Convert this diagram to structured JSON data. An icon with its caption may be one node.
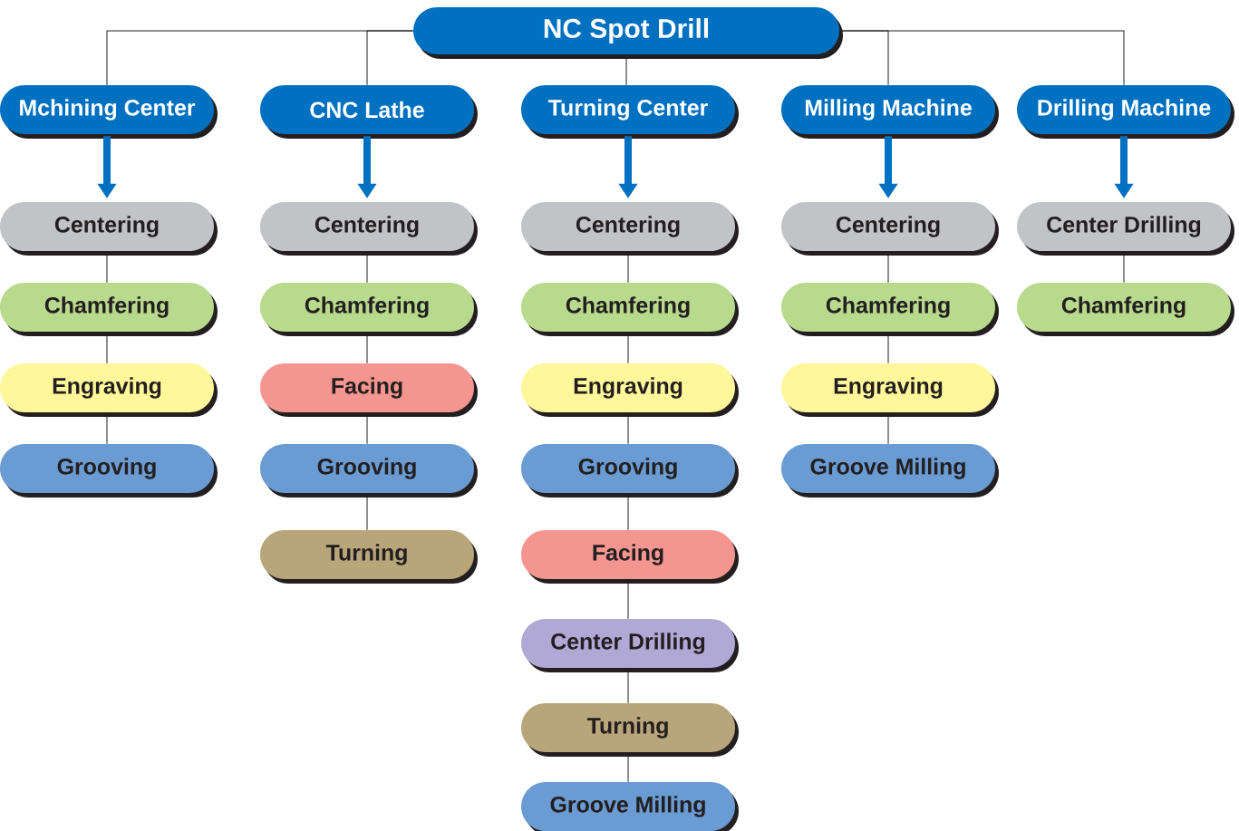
{
  "diagram": {
    "nodes": [
      {
        "text": [
          "NC Spot Drill"
        ]
      },
      {
        "text": [
          "Mchining Center"
        ]
      },
      {
        "text": [
          "CNC Lathe"
        ]
      },
      {
        "text": [
          "Turning Center"
        ]
      },
      {
        "text": [
          "Milling Machine"
        ]
      },
      {
        "text": [
          "Drilling Machine"
        ]
      },
      {
        "text": [
          "Centering"
        ]
      },
      {
        "text": [
          "Chamfering"
        ]
      },
      {
        "text": [
          "Engraving"
        ]
      },
      {
        "text": [
          "Grooving"
        ]
      },
      {
        "text": [
          "Centering"
        ]
      },
      {
        "text": [
          "Chamfering"
        ]
      },
      {
        "text": [
          "Facing"
        ]
      },
      {
        "text": [
          "Grooving"
        ]
      },
      {
        "text": [
          "Turning"
        ]
      },
      {
        "text": [
          "Centering"
        ]
      },
      {
        "text": [
          "Chamfering"
        ]
      },
      {
        "text": [
          "Engraving"
        ]
      },
      {
        "text": [
          "Grooving"
        ]
      },
      {
        "text": [
          "Facing"
        ]
      },
      {
        "text": [
          "Center Drilling"
        ]
      },
      {
        "text": [
          "Turning"
        ]
      },
      {
        "text": [
          "Groove Milling"
        ]
      },
      {
        "text": [
          "Centering"
        ]
      },
      {
        "text": [
          "Chamfering"
        ]
      },
      {
        "text": [
          "Engraving"
        ]
      },
      {
        "text": [
          "Groove Milling"
        ]
      },
      {
        "text": [
          "Center Drilling"
        ]
      },
      {
        "text": [
          "Chamfering"
        ]
      }
    ],
    "edges": [
      {
        "from": 0,
        "to": 1,
        "arrow": "none"
      },
      {
        "from": 0,
        "to": 2,
        "arrow": "none"
      },
      {
        "from": 0,
        "to": 3,
        "arrow": "none"
      },
      {
        "from": 0,
        "to": 4,
        "arrow": "none"
      },
      {
        "from": 0,
        "to": 5,
        "arrow": "none"
      },
      {
        "from": 1,
        "to": 6,
        "arrow": "to",
        "style": "thick",
        "color": "#0070c0"
      },
      {
        "from": 6,
        "to": 7,
        "arrow": "none"
      },
      {
        "from": 7,
        "to": 8,
        "arrow": "none"
      },
      {
        "from": 8,
        "to": 9,
        "arrow": "none"
      },
      {
        "from": 2,
        "to": 10,
        "arrow": "to",
        "style": "thick",
        "color": "#0070c0"
      },
      {
        "from": 10,
        "to": 11,
        "arrow": "none"
      },
      {
        "from": 11,
        "to": 12,
        "arrow": "none"
      },
      {
        "from": 12,
        "to": 13,
        "arrow": "none"
      },
      {
        "from": 13,
        "to": 14,
        "arrow": "none"
      },
      {
        "from": 3,
        "to": 15,
        "arrow": "to",
        "style": "thick",
        "color": "#0070c0"
      },
      {
        "from": 15,
        "to": 16,
        "arrow": "none"
      },
      {
        "from": 16,
        "to": 17,
        "arrow": "none"
      },
      {
        "from": 17,
        "to": 18,
        "arrow": "none"
      },
      {
        "from": 18,
        "to": 19,
        "arrow": "none"
      },
      {
        "from": 19,
        "to": 20,
        "arrow": "none"
      },
      {
        "from": 20,
        "to": 21,
        "arrow": "none"
      },
      {
        "from": 21,
        "to": 22,
        "arrow": "none"
      },
      {
        "from": 4,
        "to": 23,
        "arrow": "to",
        "style": "thick",
        "color": "#0070c0"
      },
      {
        "from": 23,
        "to": 24,
        "arrow": "none"
      },
      {
        "from": 24,
        "to": 25,
        "arrow": "none"
      },
      {
        "from": 25,
        "to": 26,
        "arrow": "none"
      },
      {
        "from": 5,
        "to": 27,
        "arrow": "to",
        "style": "thick",
        "color": "#0070c0"
      },
      {
        "from": 27,
        "to": 28,
        "arrow": "none"
      }
    ]
  }
}
